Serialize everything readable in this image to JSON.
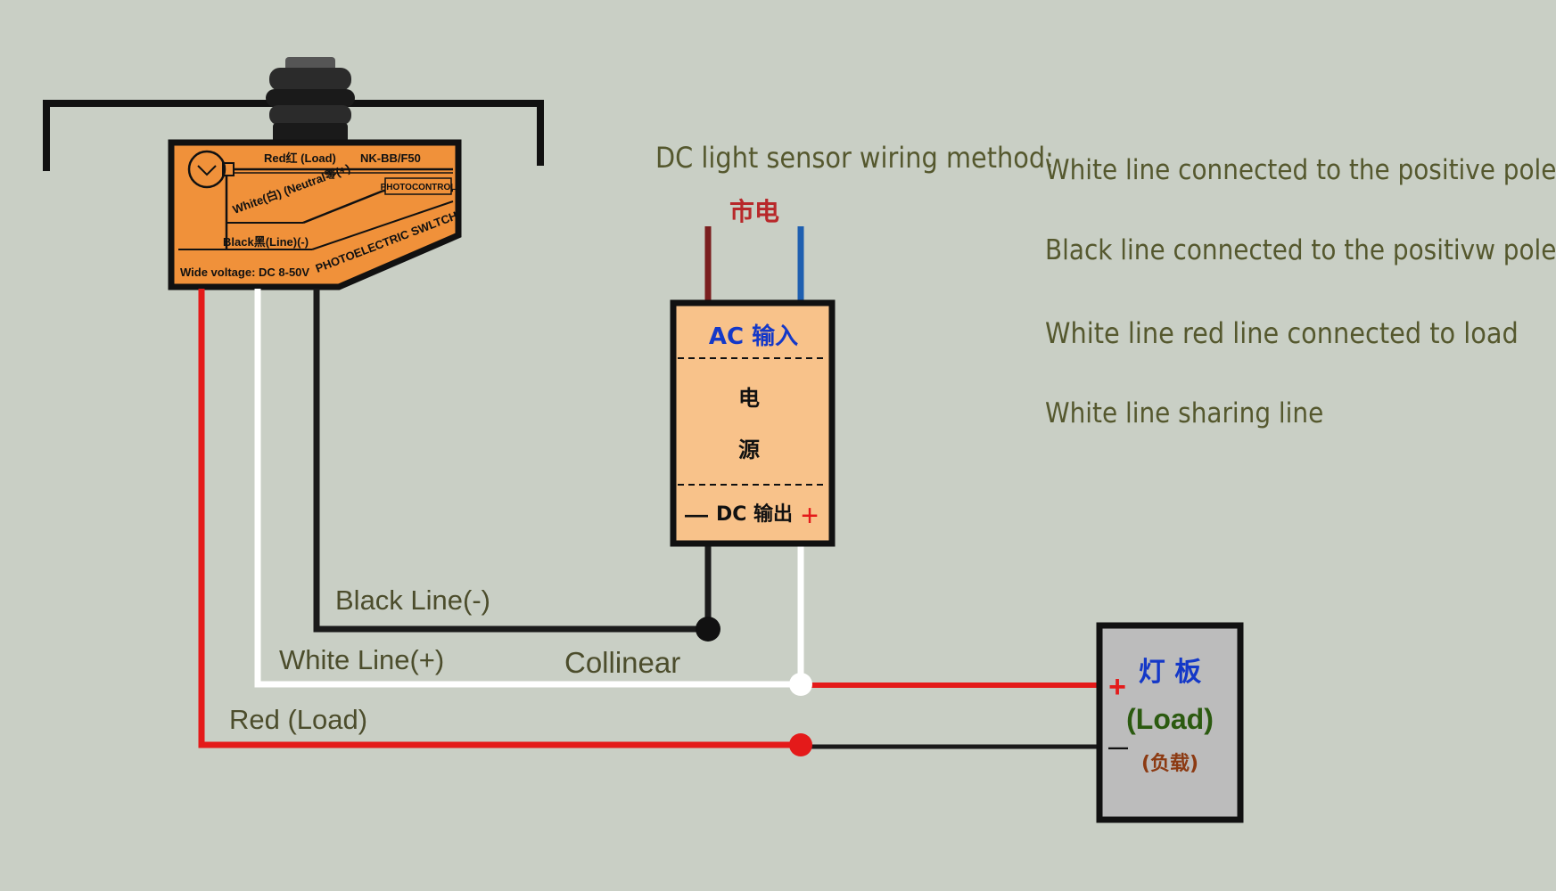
{
  "title": "DC light sensor wiring method:",
  "notes": [
    "White line connected to the positive pole",
    "Black line connected to the positivw pole",
    "White line red line connected to load",
    "White line sharing line"
  ],
  "sensor": {
    "red_label": "Red红 (Load)",
    "model": "NK-BB/F50",
    "white_label": "White(白) (Neutral零(+)",
    "photocontrol": "PHOTOCONTROL",
    "black_label": "Black黑(Line)(-)",
    "switch_label": "PHOTOELECTRIC SWLTCH",
    "voltage": "Wide voltage: DC 8-50V"
  },
  "mains": {
    "label": "市电"
  },
  "power_supply": {
    "input": "AC 输入",
    "char_1": "电",
    "char_2": "源",
    "minus": "—",
    "output": "DC 输出",
    "plus": "+"
  },
  "load": {
    "title": "灯 板",
    "load": "(Load)",
    "sub": "(负载)",
    "plus": "+",
    "minus": "—"
  },
  "wires": {
    "black": "Black Line(-)",
    "white": "White Line(+)",
    "collinear": "Collinear",
    "red": "Red (Load)"
  },
  "colors": {
    "background": "#c9cfc5",
    "sensor_body": "#f0913a",
    "psu_body": "#f8c28a",
    "load_body": "#bcbcbc",
    "wire_red": "#e41a1a",
    "wire_black": "#1a1a1a",
    "wire_white": "#ffffff",
    "mains_brown": "#7a1f1f",
    "mains_blue": "#1e5fb0",
    "label_blue": "#1438c8"
  }
}
